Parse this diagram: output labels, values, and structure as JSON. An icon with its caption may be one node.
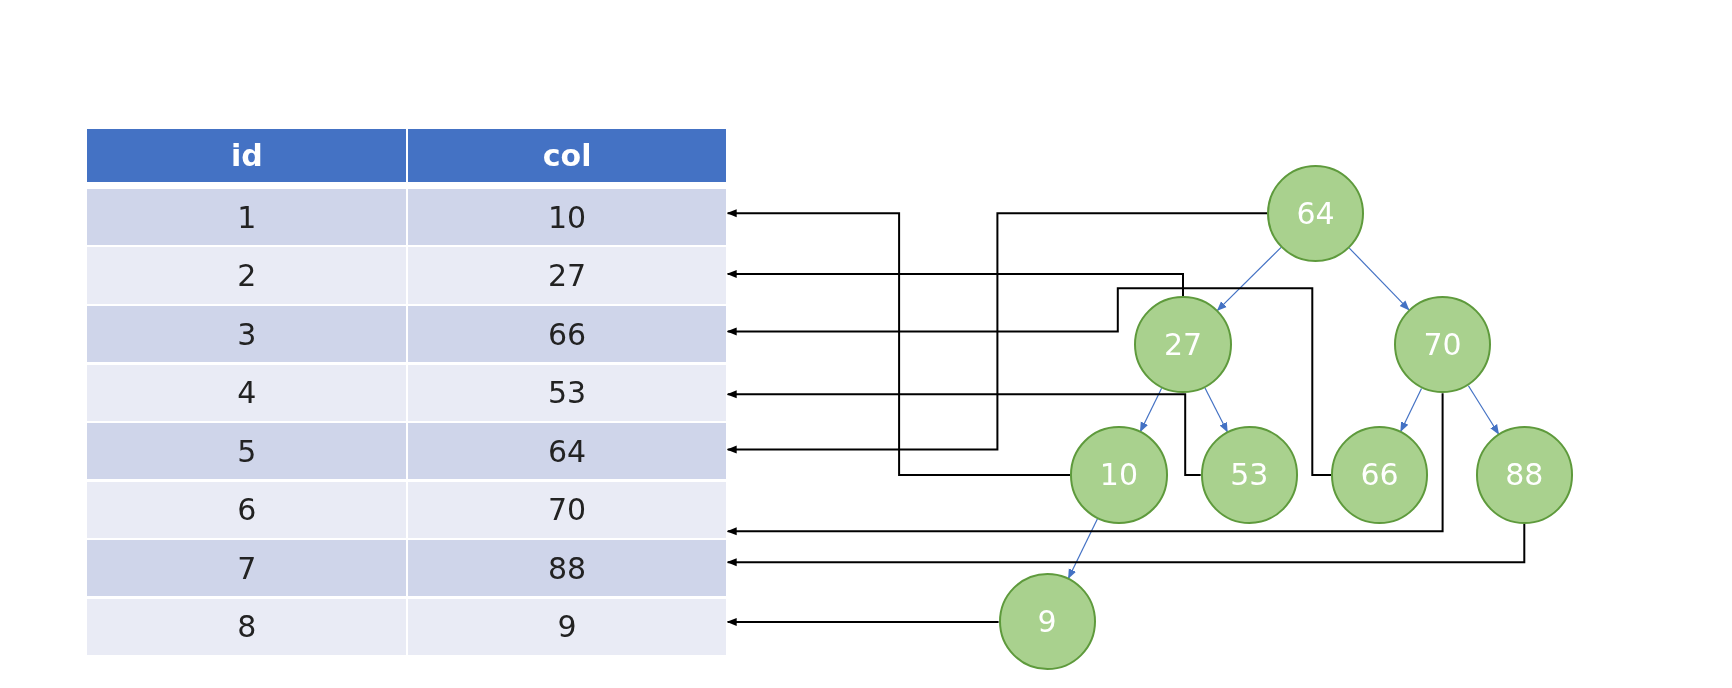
{
  "diagram": {
    "nodes": [
      {
        "text": [
          "id",
          "col"
        ]
      },
      {
        "text": [
          "1",
          "10"
        ]
      },
      {
        "text": [
          "2",
          "27"
        ]
      },
      {
        "text": [
          "3",
          "66"
        ]
      },
      {
        "text": [
          "4",
          "53"
        ]
      },
      {
        "text": [
          "5",
          "64"
        ]
      },
      {
        "text": [
          "6",
          "70"
        ]
      },
      {
        "text": [
          "7",
          "88"
        ]
      },
      {
        "text": [
          "8",
          "9"
        ]
      },
      {
        "text": [
          "64"
        ]
      },
      {
        "text": [
          "27"
        ]
      },
      {
        "text": [
          "70"
        ]
      },
      {
        "text": [
          "10"
        ]
      },
      {
        "text": [
          "53"
        ]
      },
      {
        "text": [
          "66"
        ]
      },
      {
        "text": [
          "88"
        ]
      },
      {
        "text": [
          "9"
        ]
      }
    ],
    "edges": [
      {
        "from": 9,
        "to": 10,
        "arrow": "to",
        "color": "#4472c4"
      },
      {
        "from": 9,
        "to": 11,
        "arrow": "to",
        "color": "#4472c4"
      },
      {
        "from": 10,
        "to": 12,
        "arrow": "to",
        "color": "#4472c4"
      },
      {
        "from": 10,
        "to": 13,
        "arrow": "to",
        "color": "#4472c4"
      },
      {
        "from": 11,
        "to": 14,
        "arrow": "to",
        "color": "#4472c4"
      },
      {
        "from": 11,
        "to": 15,
        "arrow": "to",
        "color": "#4472c4"
      },
      {
        "from": 12,
        "to": 16,
        "arrow": "to",
        "color": "#4472c4"
      },
      {
        "from": 12,
        "to": 1,
        "arrow": "to"
      },
      {
        "from": 10,
        "to": 2,
        "arrow": "to"
      },
      {
        "from": 14,
        "to": 3,
        "arrow": "to"
      },
      {
        "from": 13,
        "to": 4,
        "arrow": "to"
      },
      {
        "from": 9,
        "to": 5,
        "arrow": "to"
      },
      {
        "from": 11,
        "to": 6,
        "arrow": "to"
      },
      {
        "from": 15,
        "to": 7,
        "arrow": "to"
      },
      {
        "from": 16,
        "to": 8,
        "arrow": "to"
      }
    ]
  }
}
